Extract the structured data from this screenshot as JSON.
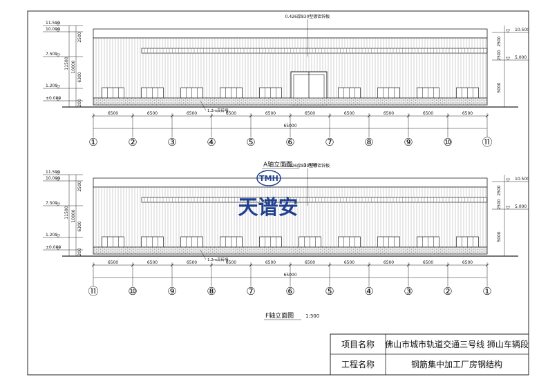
{
  "elevations": [
    {
      "id": "A",
      "title": "A轴立面图",
      "scale": "1:300",
      "roof_note": "0.426厚830型镀铝锌板",
      "base_note": "1.2m高砖墙",
      "axes": [
        "①",
        "②",
        "③",
        "④",
        "⑤",
        "⑥",
        "⑦",
        "⑧",
        "⑨",
        "⑩",
        "⑪"
      ],
      "bay_dims": [
        "6500",
        "6500",
        "6500",
        "6500",
        "6500",
        "6500",
        "6500",
        "6500",
        "6500",
        "6500"
      ],
      "total_dim": "65000",
      "left_levels": [
        "11.500",
        "10.000",
        "7.500",
        "1.200",
        "±0.000"
      ],
      "left_vert_dims": [
        "2500",
        "11500",
        "10000",
        "6300",
        "200"
      ],
      "right_levels": [
        "10.500",
        "5.000"
      ],
      "right_vert_dims": [
        "2500",
        "2500",
        "5000"
      ]
    },
    {
      "id": "F",
      "title": "F轴立面图",
      "scale": "1:300",
      "roof_note": "0.426厚830型镀铝锌板",
      "base_note": "1.2m高砖墙",
      "axes": [
        "⑪",
        "⑩",
        "⑨",
        "⑧",
        "⑦",
        "⑥",
        "⑤",
        "④",
        "③",
        "②",
        "①"
      ],
      "bay_dims": [
        "6500",
        "6500",
        "6500",
        "6500",
        "6500",
        "6500",
        "6500",
        "6500",
        "6500",
        "6500"
      ],
      "total_dim": "65000",
      "left_levels": [
        "11.500",
        "10.000",
        "7.500",
        "1.200",
        "±0.000"
      ],
      "left_vert_dims": [
        "2500",
        "11500",
        "10000",
        "6300",
        "200"
      ],
      "right_levels": [
        "10.500",
        "5.000"
      ],
      "right_vert_dims": [
        "2500",
        "2500",
        "5000"
      ]
    }
  ],
  "watermark": {
    "logo": "TMH",
    "text": "天谱安",
    "color": "#1f3f8f"
  },
  "title_block": {
    "project_label": "项目名称",
    "project_value": "佛山市城市轨道交通三号线 狮山车辆段",
    "work_label": "工程名称",
    "work_value": "钢筋集中加工厂房钢结构"
  }
}
